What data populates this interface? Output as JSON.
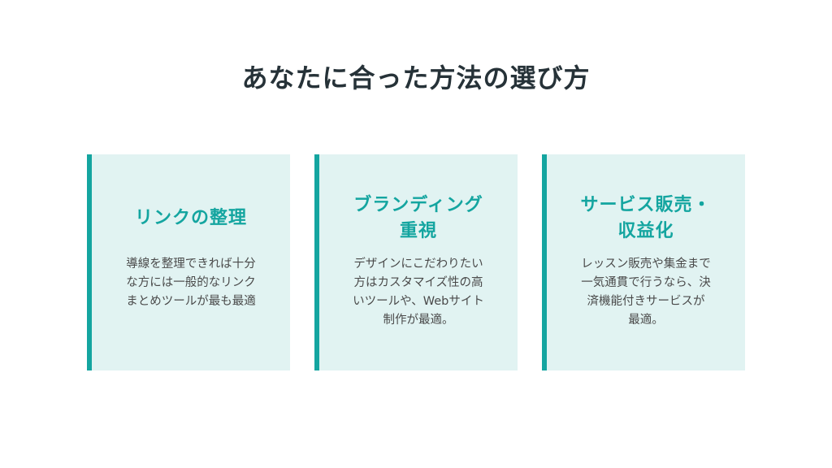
{
  "title": "あなたに合った方法の選び方",
  "cards": [
    {
      "heading_lines": [
        "リンクの整理"
      ],
      "body_lines": [
        "導線を整理できれば十分",
        "な方には一般的なリンク",
        "まとめツールが最も最適"
      ]
    },
    {
      "heading_lines": [
        "ブランディング",
        "重視"
      ],
      "body_lines": [
        "デザインにこだわりたい",
        "方はカスタマイズ性の高",
        "いツールや、Webサイト",
        "制作が最適。"
      ]
    },
    {
      "heading_lines": [
        "サービス販売・",
        "収益化"
      ],
      "body_lines": [
        "レッスン販売や集金まで",
        "一気通貫で行うなら、決",
        "済機能付きサービスが",
        "最適。"
      ]
    }
  ],
  "colors": {
    "accent": "#14a5a0",
    "card_background": "#e1f3f2",
    "title": "#263238",
    "body_text": "#4a4a4a"
  }
}
